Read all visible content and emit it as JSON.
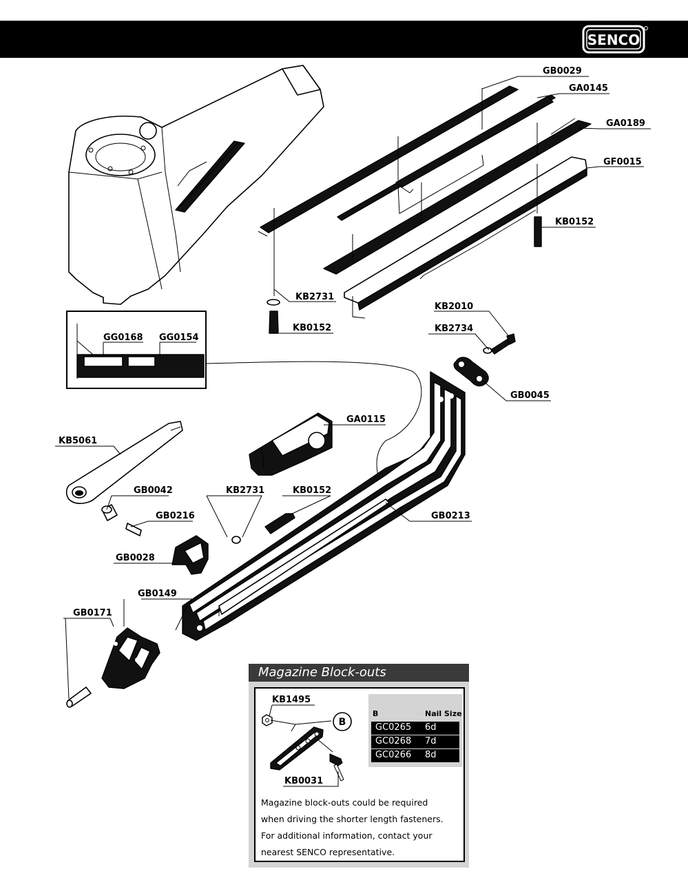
{
  "brand": {
    "logo_text": "SENCO"
  },
  "callouts": {
    "GB0029": "GB0029",
    "GA0145": "GA0145",
    "GA0189": "GA0189",
    "GF0015": "GF0015",
    "KB0152_a": "KB0152",
    "KB2731_a": "KB2731",
    "KB0152_b": "KB0152",
    "KB2010": "KB2010",
    "KB2734": "KB2734",
    "GB0045": "GB0045",
    "GG0168": "GG0168",
    "GG0154": "GG0154",
    "GA0115": "GA0115",
    "KB5061": "KB5061",
    "GB0042": "GB0042",
    "KB2731_b": "KB2731",
    "KB0152_c": "KB0152",
    "GB0216": "GB0216",
    "GB0028": "GB0028",
    "GB0213": "GB0213",
    "GB0149": "GB0149",
    "GB0171": "GB0171"
  },
  "blockout": {
    "title": "Magazine Block-outs",
    "part_a": "KB1495",
    "part_b": "KB0031",
    "circle_label": "B",
    "table": {
      "col_b": "B",
      "col_size": "Nail Size",
      "rows": [
        {
          "part": "GC0265",
          "size": "6d"
        },
        {
          "part": "GC0268",
          "size": "7d"
        },
        {
          "part": "GC0266",
          "size": "8d"
        }
      ]
    },
    "note_lines": [
      "Magazine block-outs could be required",
      "when driving the shorter length fasteners.",
      "For additional information, contact your",
      "nearest SENCO representative."
    ]
  }
}
